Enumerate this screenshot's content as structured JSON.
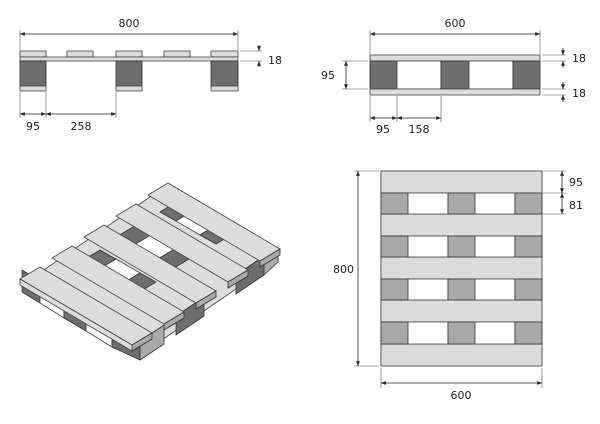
{
  "front_view": {
    "width_label": "800",
    "board_thickness_label": "18",
    "block_width_label": "95",
    "gap_label": "258"
  },
  "side_view": {
    "width_label": "600",
    "top_thickness_label": "18",
    "height_label": "95",
    "bottom_thickness_label": "18",
    "block_width_label": "95",
    "gap_label": "158"
  },
  "plan_view": {
    "board_width_label": "95",
    "board_gap_label": "81",
    "length_label": "800",
    "width_label": "600"
  },
  "colors": {
    "board_light": "#dcdcdc",
    "block_dark": "#6e6e6e",
    "outline": "#333333"
  }
}
